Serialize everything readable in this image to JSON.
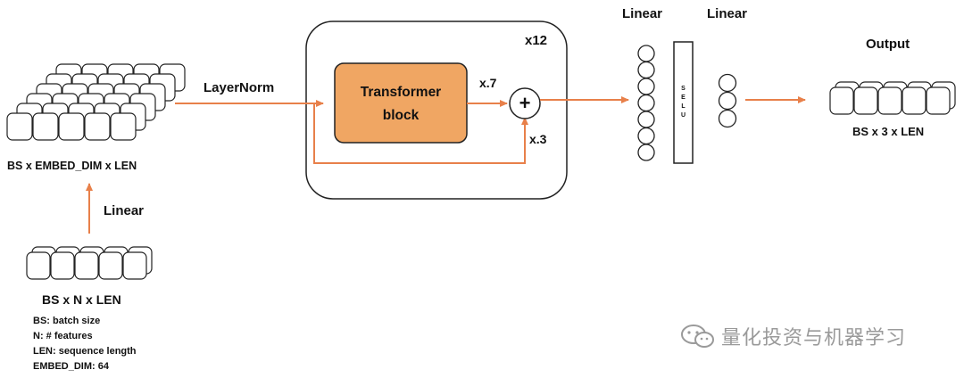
{
  "labels": {
    "embed_tensor": "BS x EMBED_DIM x LEN",
    "linear_in": "Linear",
    "input_tensor": "BS x N x LEN",
    "layernorm": "LayerNorm",
    "repeat_outer": "x12",
    "transformer_line1": "Transformer",
    "transformer_line2": "block",
    "repeat_inner": "x.7",
    "skip_scale": "x.3",
    "plus": "+",
    "linear_1": "Linear",
    "linear_2": "Linear",
    "selu": "SELU",
    "output_title": "Output",
    "output_tensor": "BS x 3 x LEN"
  },
  "legend": [
    "BS: batch size",
    "N: # features",
    "LEN: sequence length",
    "EMBED_DIM: 64"
  ],
  "watermark": "量化投资与机器学习",
  "colors": {
    "arrow": "#e8804a",
    "transformer_fill": "#f0a663",
    "outline": "#222222"
  }
}
